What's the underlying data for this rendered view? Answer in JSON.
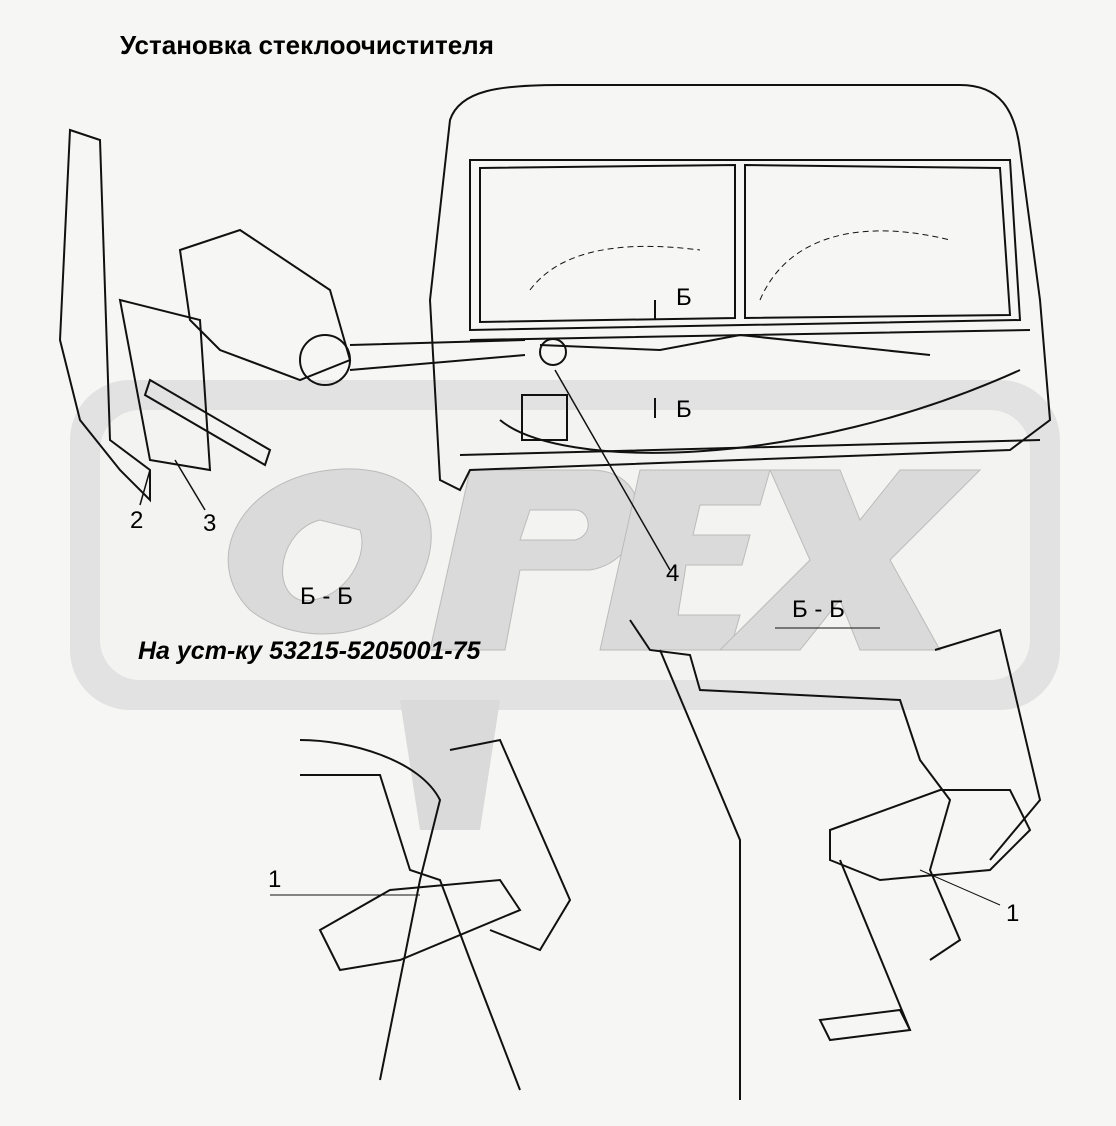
{
  "title": "Установка стеклоочистителя",
  "watermark": "OPEX",
  "callouts": {
    "c1a": "1",
    "c1b": "1",
    "c2": "2",
    "c3": "3",
    "c4": "4"
  },
  "section_markers": {
    "upper": "Б",
    "lower": "Б"
  },
  "section_views": {
    "left": "Б - Б",
    "right": "Б - Б"
  },
  "note": "На уст-ку 53215-5205001-75"
}
